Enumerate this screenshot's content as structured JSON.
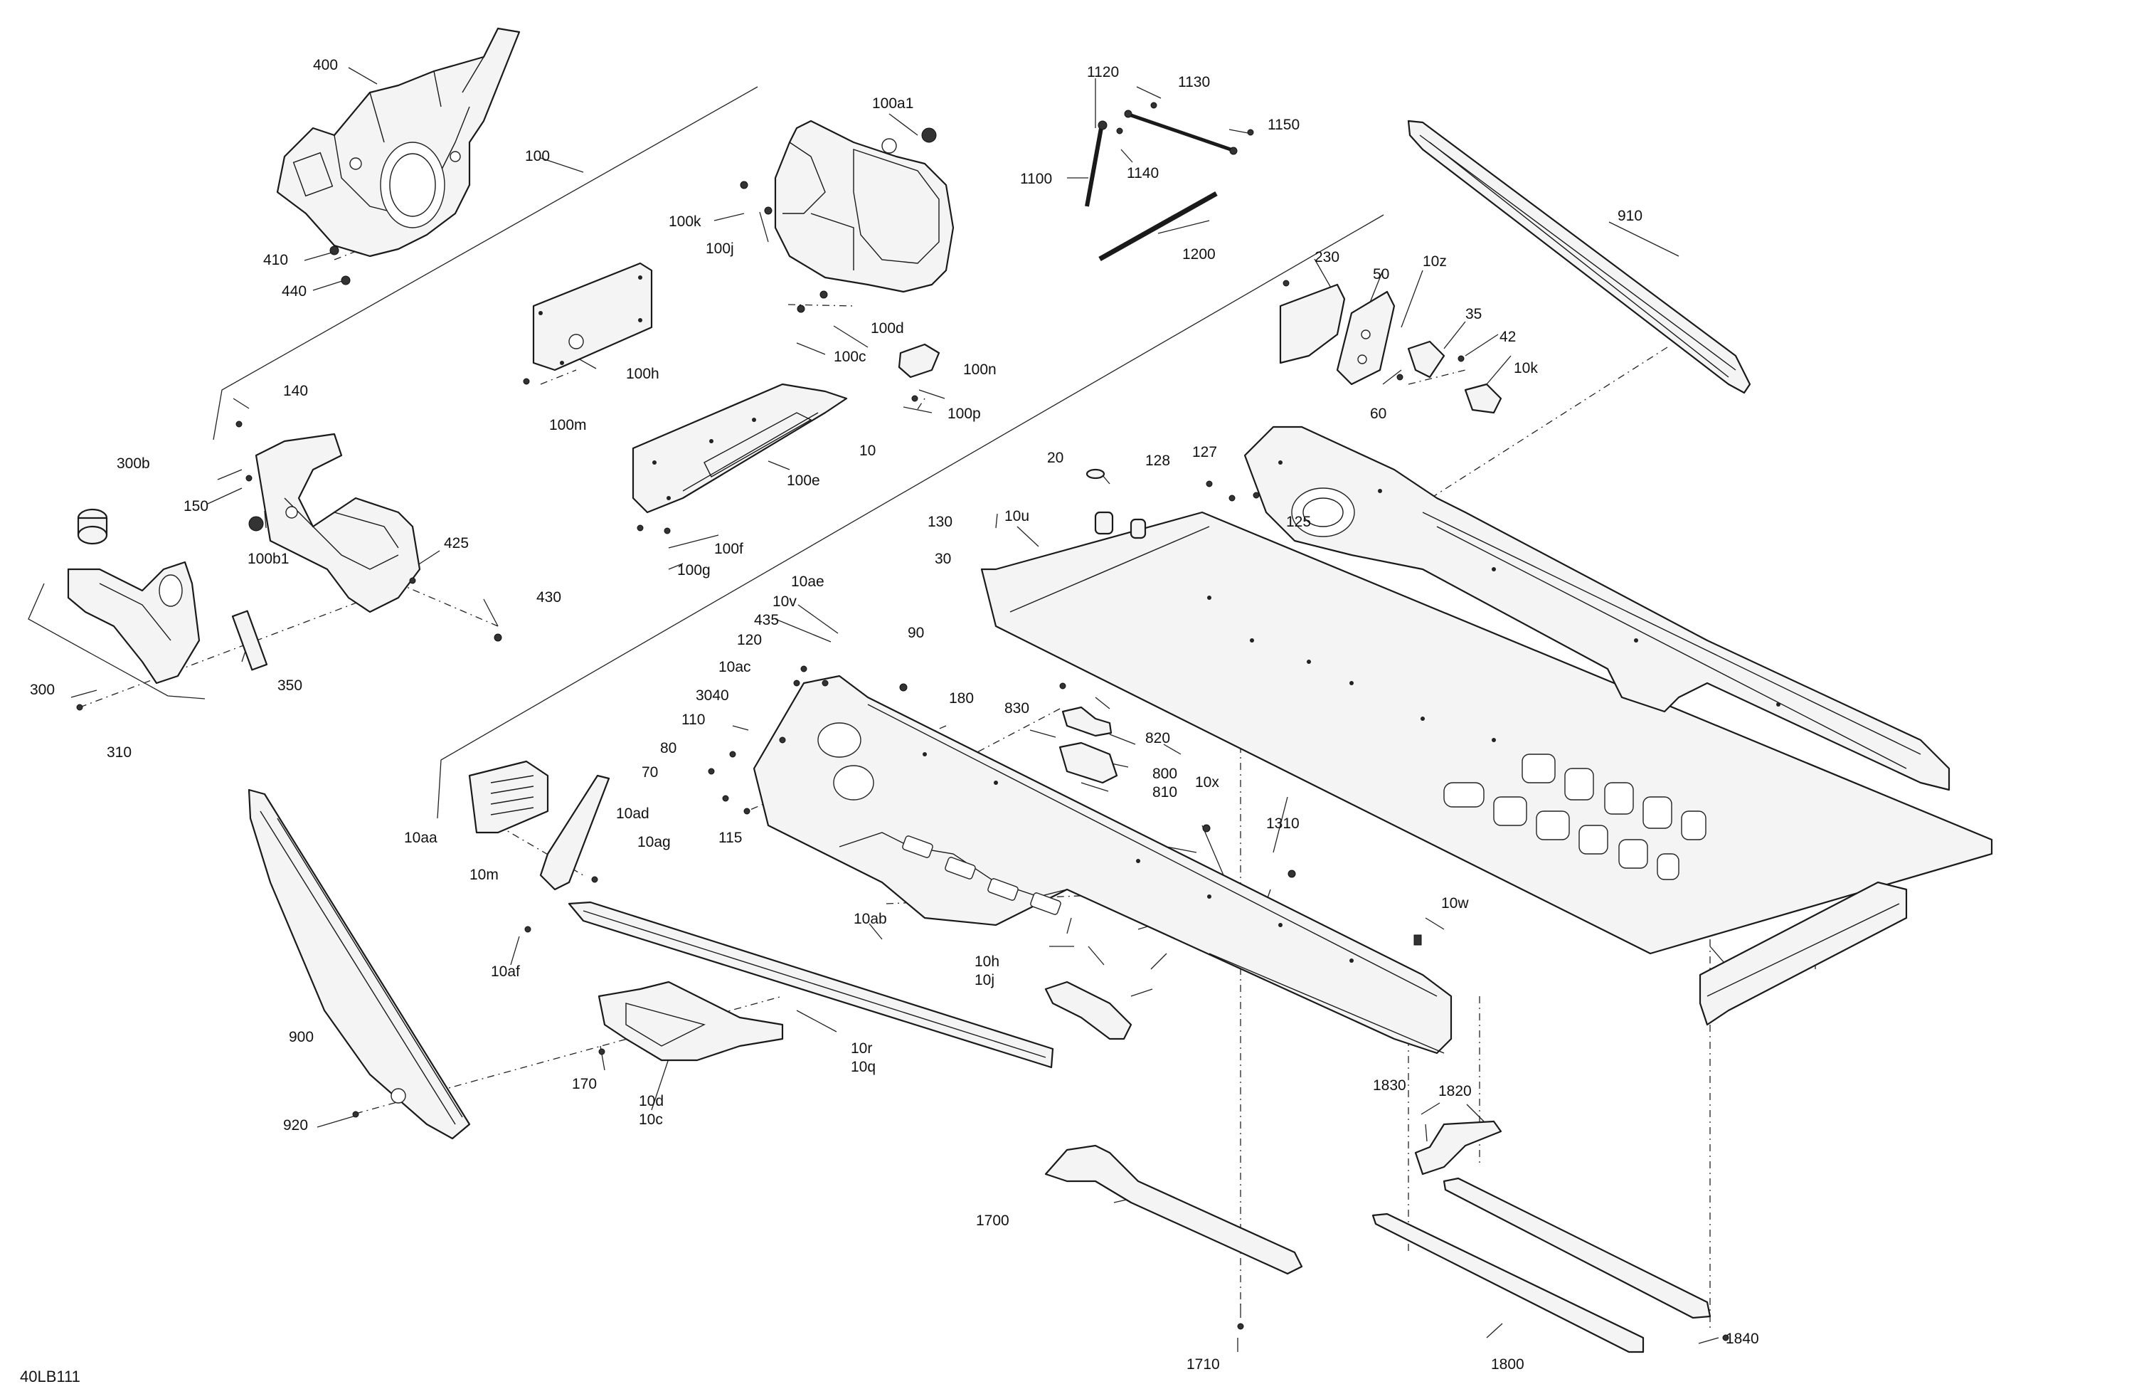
{
  "diagram_code": "40LB111",
  "callouts": [
    {
      "id": "c400",
      "text": "400"
    },
    {
      "id": "c100",
      "text": "100"
    },
    {
      "id": "c410",
      "text": "410"
    },
    {
      "id": "c440",
      "text": "440"
    },
    {
      "id": "c100a1",
      "text": "100a1"
    },
    {
      "id": "c100k",
      "text": "100k"
    },
    {
      "id": "c100j",
      "text": "100j"
    },
    {
      "id": "c100d",
      "text": "100d"
    },
    {
      "id": "c100c",
      "text": "100c"
    },
    {
      "id": "c100n",
      "text": "100n"
    },
    {
      "id": "c100p",
      "text": "100p"
    },
    {
      "id": "c100h",
      "text": "100h"
    },
    {
      "id": "c100m",
      "text": "100m"
    },
    {
      "id": "c1120",
      "text": "1120"
    },
    {
      "id": "c1130",
      "text": "1130"
    },
    {
      "id": "c1150",
      "text": "1150"
    },
    {
      "id": "c1100",
      "text": "1100"
    },
    {
      "id": "c1140",
      "text": "1140"
    },
    {
      "id": "c1200",
      "text": "1200"
    },
    {
      "id": "c910",
      "text": "910"
    },
    {
      "id": "c230",
      "text": "230"
    },
    {
      "id": "c50",
      "text": "50"
    },
    {
      "id": "c10z",
      "text": "10z"
    },
    {
      "id": "c35",
      "text": "35"
    },
    {
      "id": "c42",
      "text": "42"
    },
    {
      "id": "c10k",
      "text": "10k"
    },
    {
      "id": "c60",
      "text": "60"
    },
    {
      "id": "c140",
      "text": "140"
    },
    {
      "id": "c300b",
      "text": "300b"
    },
    {
      "id": "c150",
      "text": "150"
    },
    {
      "id": "c100b1",
      "text": "100b1"
    },
    {
      "id": "c425",
      "text": "425"
    },
    {
      "id": "c430",
      "text": "430"
    },
    {
      "id": "c300",
      "text": "300"
    },
    {
      "id": "c350",
      "text": "350"
    },
    {
      "id": "c310",
      "text": "310"
    },
    {
      "id": "c100e",
      "text": "100e"
    },
    {
      "id": "c100f",
      "text": "100f"
    },
    {
      "id": "c100g",
      "text": "100g"
    },
    {
      "id": "c10",
      "text": "10"
    },
    {
      "id": "c20",
      "text": "20"
    },
    {
      "id": "c128",
      "text": "128"
    },
    {
      "id": "c127",
      "text": "127"
    },
    {
      "id": "c125",
      "text": "125"
    },
    {
      "id": "c130",
      "text": "130"
    },
    {
      "id": "c10u",
      "text": "10u"
    },
    {
      "id": "c30",
      "text": "30"
    },
    {
      "id": "c10ae",
      "text": "10ae"
    },
    {
      "id": "c10v",
      "text": "10v"
    },
    {
      "id": "c435",
      "text": "435"
    },
    {
      "id": "c90",
      "text": "90"
    },
    {
      "id": "c120",
      "text": "120"
    },
    {
      "id": "c180",
      "text": "180"
    },
    {
      "id": "c10ac",
      "text": "10ac"
    },
    {
      "id": "c830",
      "text": "830"
    },
    {
      "id": "c3040",
      "text": "3040"
    },
    {
      "id": "c820",
      "text": "820"
    },
    {
      "id": "c110",
      "text": "110"
    },
    {
      "id": "c800",
      "text": "800"
    },
    {
      "id": "c810",
      "text": "810"
    },
    {
      "id": "c80",
      "text": "80"
    },
    {
      "id": "c70",
      "text": "70"
    },
    {
      "id": "c10x",
      "text": "10x"
    },
    {
      "id": "c10ad",
      "text": "10ad"
    },
    {
      "id": "c10ag",
      "text": "10ag"
    },
    {
      "id": "c10aa",
      "text": "10aa"
    },
    {
      "id": "c115",
      "text": "115"
    },
    {
      "id": "c1310",
      "text": "1310"
    },
    {
      "id": "c10m",
      "text": "10m"
    },
    {
      "id": "c10ab",
      "text": "10ab"
    },
    {
      "id": "c10w",
      "text": "10w"
    },
    {
      "id": "c10af",
      "text": "10af"
    },
    {
      "id": "c10h",
      "text": "10h"
    },
    {
      "id": "c10j",
      "text": "10j"
    },
    {
      "id": "c900",
      "text": "900"
    },
    {
      "id": "c10r",
      "text": "10r"
    },
    {
      "id": "c10q",
      "text": "10q"
    },
    {
      "id": "c170",
      "text": "170"
    },
    {
      "id": "c10d",
      "text": "10d"
    },
    {
      "id": "c10c",
      "text": "10c"
    },
    {
      "id": "c920",
      "text": "920"
    },
    {
      "id": "c1830",
      "text": "1830"
    },
    {
      "id": "c1820",
      "text": "1820"
    },
    {
      "id": "c1700",
      "text": "1700"
    },
    {
      "id": "c1840",
      "text": "1840"
    },
    {
      "id": "c1710",
      "text": "1710"
    },
    {
      "id": "c1800",
      "text": "1800"
    }
  ]
}
